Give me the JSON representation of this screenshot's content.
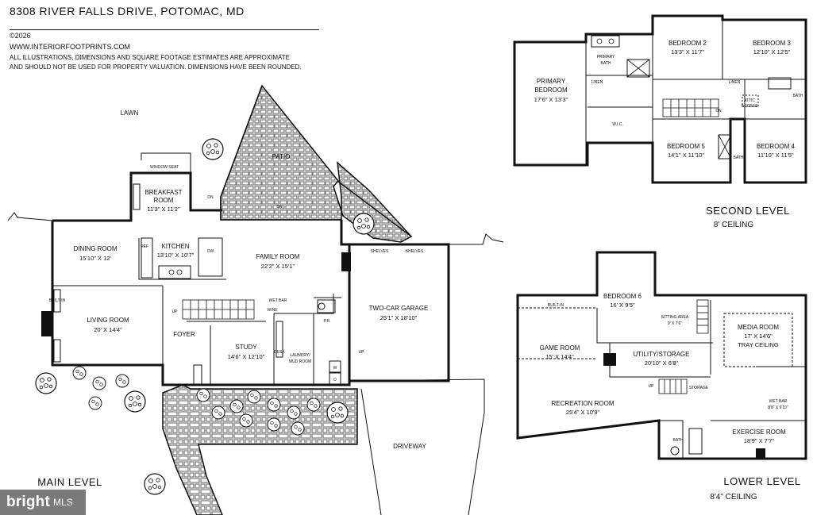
{
  "header": {
    "address": "8308 RIVER FALLS DRIVE, POTOMAC, MD",
    "copyright": "©2026",
    "website": "WWW.INTERIORFOOTPRINTS.COM",
    "disclaimer_line1": "ALL ILLUSTRATIONS, DIMENSIONS AND SQUARE FOOTAGE ESTIMATES ARE APPROXIMATE",
    "disclaimer_line2": "AND  SHOULD NOT BE USED FOR PROPERTY VALUATION. DIMENSIONS HAVE BEEN ROUNDED."
  },
  "main_level": {
    "title": "MAIN LEVEL",
    "yard": {
      "lawn": "LAWN",
      "patio": "PATIO",
      "driveway": "DRIVEWAY",
      "window_seat": "WINDOW SEAT"
    },
    "rooms": {
      "breakfast": {
        "name1": "BREAKFAST",
        "name2": "ROOM",
        "dims": "11'3\" X 11'2\""
      },
      "dining": {
        "name": "DINING ROOM",
        "dims": "15'10\" X 12'"
      },
      "kitchen": {
        "name": "KITCHEN",
        "dims": "13'10\" X 10'7\""
      },
      "family": {
        "name": "FAMILY ROOM",
        "dims": "22'2\" X 15'1\""
      },
      "living": {
        "name": "LIVING ROOM",
        "dims": "20' X 14'4\""
      },
      "foyer": {
        "name": "FOYER"
      },
      "study": {
        "name": "STUDY",
        "dims": "14'6\" X 12'10\""
      },
      "laundry": {
        "name1": "LAUNDRY/",
        "name2": "MUD ROOM"
      },
      "garage": {
        "name": "TWO-CAR GARAGE",
        "dims": "25'1\" X 18'10\""
      }
    },
    "small": {
      "wet_bar": "WET BAR",
      "wine": "WINE",
      "pr": "P.R.",
      "ref": "REF",
      "dw": "DW",
      "fp": "FP",
      "fp2": "FP",
      "up": "UP",
      "up2": "UP",
      "dn": "DN",
      "dn2": "DN",
      "shelves1": "SHELVES",
      "shelves2": "SHELVES",
      "built_in": "BUILT-IN",
      "desk": "DESK",
      "w": "W",
      "d": "D"
    }
  },
  "second_level": {
    "title": "SECOND LEVEL",
    "ceiling": "8' CEILING",
    "rooms": {
      "primary_bed": {
        "name1": "PRIMARY",
        "name2": "BEDROOM",
        "dims": "17'6\" X 13'3\""
      },
      "primary_bath": {
        "name1": "PRIMARY",
        "name2": "BATH"
      },
      "bed2": {
        "name": "BEDROOM 2",
        "dims": "13'3\" X 11'7\""
      },
      "bed3": {
        "name": "BEDROOM 3",
        "dims": "12'10\" X 12'5\""
      },
      "bed4": {
        "name": "BEDROOM 4",
        "dims": "11'10\" X 11'5\""
      },
      "bed5": {
        "name": "BEDROOM 5",
        "dims": "14'1\" X 11'10\""
      }
    },
    "small": {
      "linen1": "LINEN",
      "linen2": "LINEN",
      "wic": "W.I.C.",
      "bath": "BATH",
      "bath2": "BATH",
      "attic1": "ATTIC",
      "attic2": "ACCESS",
      "dn": "DN"
    }
  },
  "lower_level": {
    "title": "LOWER LEVEL",
    "ceiling": "8'4\" CEILING",
    "rooms": {
      "bed6": {
        "name": "BEDROOM 6",
        "dims": "16' X 9'5\""
      },
      "sitting": {
        "name": "SITTING AREA",
        "dims": "9' X 7'6\""
      },
      "media": {
        "name": "MEDIA ROOM",
        "dims": "17' X 14'6\"",
        "note": "TRAY CEILING"
      },
      "game": {
        "name": "GAME ROOM",
        "dims": "15' X 14'4\""
      },
      "utility": {
        "name": "UTILITY/STORAGE",
        "dims": "20'10\" X 6'8\""
      },
      "recreation": {
        "name": "RECREATION ROOM",
        "dims": "25'4\" X 10'9\""
      },
      "wet_bar": {
        "name": "WET BAR",
        "dims": "8'8\" X 6'10\""
      },
      "exercise": {
        "name": "EXERCISE ROOM",
        "dims": "18'9\" X 7'7\""
      },
      "bath": {
        "name": "BATH"
      }
    },
    "small": {
      "built_in": "BUILT-IN",
      "storage": "STORAGE",
      "up": "UP"
    }
  },
  "badge": {
    "brand": "bright",
    "mls": "MLS"
  },
  "colors": {
    "line": "#111111",
    "stone": "#8a8a8a",
    "badge": "#7a7a7a"
  }
}
